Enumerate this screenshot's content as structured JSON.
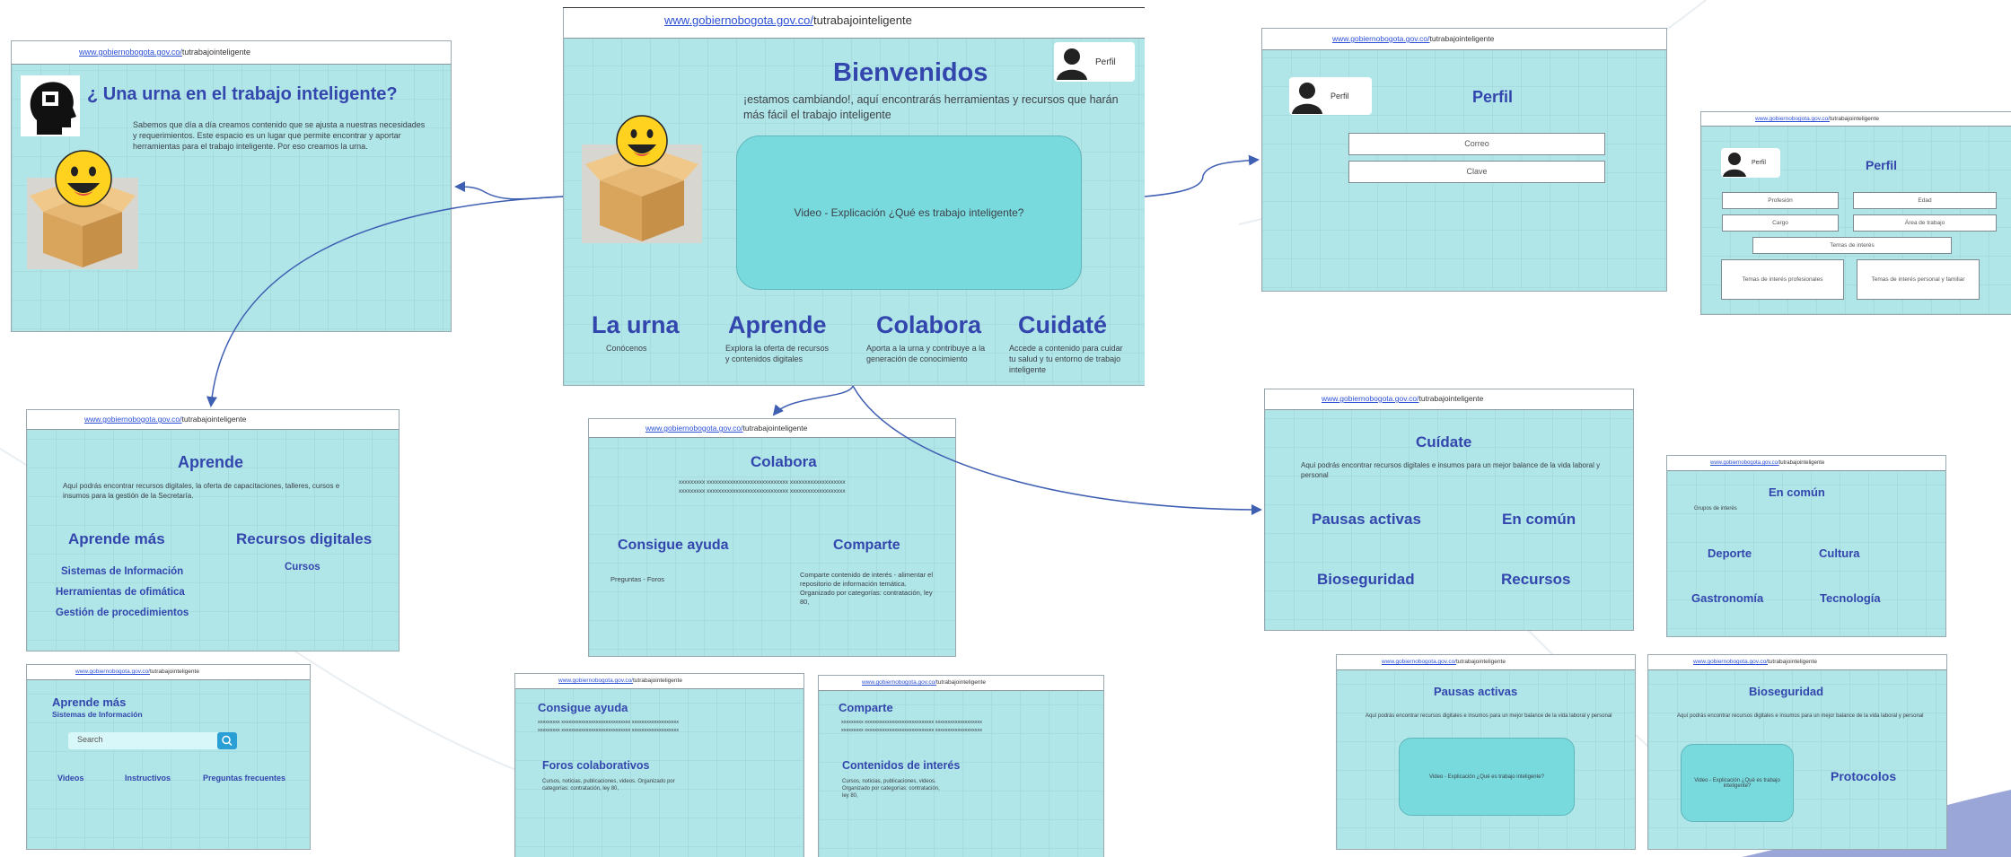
{
  "url": {
    "domain": "www.gobiernobogota.gov.co/",
    "path": "tutrabajointeligente"
  },
  "colors": {
    "frame": "#b0e6e8",
    "title": "#3346ad",
    "video": "#79dade",
    "arrow": "#3f5fb3",
    "link": "#2a4fd6"
  },
  "home": {
    "title": "Bienvenidos",
    "subtitle": "¡estamos cambiando!, aquí encontrarás herramientas y recursos que harán más fácil el trabajo inteligente",
    "profile_label": "Perfil",
    "video_label": "Video - Explicación ¿Qué es trabajo inteligente?",
    "sections": [
      {
        "title": "La urna",
        "desc": "Conócenos"
      },
      {
        "title": "Aprende",
        "desc": "Explora la oferta de recursos y contenidos digitales"
      },
      {
        "title": "Colabora",
        "desc": "Aporta a la urna y contribuye a la generación de conocimiento"
      },
      {
        "title": "Cuidaté",
        "desc": "Accede a contenido para cuidar tu salud y tu entorno de trabajo inteligente"
      }
    ]
  },
  "urna": {
    "title": "¿ Una urna en el trabajo inteligente?",
    "text": "Sabemos que día a día creamos contenido que se ajusta a nuestras necesidades y requerimientos. Este espacio es un lugar que permite encontrar y aportar herramientas para el trabajo inteligente. Por eso creamos la urna."
  },
  "perfil_login": {
    "title": "Perfil",
    "chip": "Perfil",
    "email": "Correo",
    "password": "Clave"
  },
  "perfil_detail": {
    "title": "Perfil",
    "chip": "Perfil",
    "profesion": "Profesión",
    "edad": "Edad",
    "cargo": "Cargo",
    "area": "Área de trabajo",
    "temas": "Temas de interés",
    "temas_prof": "Temas de interés profesionales",
    "temas_pers": "Temas de interés personal y familiar"
  },
  "aprende": {
    "title": "Aprende",
    "text": "Aquí podrás encontrar recursos digitales, la oferta de capacitaciones, talleres, cursos e insumos para la gestión de la Secretaría.",
    "col1_title": "Aprende más",
    "col1_items": [
      "Sistemas de Información",
      "Herramientas de ofimática",
      "Gestión de procedimientos"
    ],
    "col2_title": "Recursos digitales",
    "col2_items": [
      "Cursos"
    ]
  },
  "aprende_mas": {
    "title": "Aprende más",
    "subtitle": "Sistemas de Información",
    "search_placeholder": "Search",
    "links": [
      "Videos",
      "Instructivos",
      "Preguntas frecuentes"
    ]
  },
  "colabora": {
    "title": "Colabora",
    "filler1": "xxxxxxxxx xxxxxxxxxxxxxxxxxxxxxxxxxxxx xxxxxxxxxxxxxxxxxxx",
    "filler2": "xxxxxxxxx xxxxxxxxxxxxxxxxxxxxxxxxxxxx xxxxxxxxxxxxxxxxxxx",
    "col1_title": "Consigue ayuda",
    "col1_text": "Preguntas - Foros",
    "col2_title": "Comparte",
    "col2_text": "Comparte contenido de interés - alimentar el repositorio de información temática. Organizado por categorías: contratación, ley 80,"
  },
  "consigue": {
    "title": "Consigue ayuda",
    "filler1": "xxxxxxxxx xxxxxxxxxxxxxxxxxxxxxxxxxxxx xxxxxxxxxxxxxxxxxxx",
    "filler2": "xxxxxxxxx xxxxxxxxxxxxxxxxxxxxxxxxxxxx xxxxxxxxxxxxxxxxxxx",
    "sub_title": "Foros colaborativos",
    "sub_text": "Cursos, noticias, publicaciones, videos. Organizado por categorías: contratación, ley 80,"
  },
  "comparte": {
    "title": "Comparte",
    "filler1": "xxxxxxxxx xxxxxxxxxxxxxxxxxxxxxxxxxxxx xxxxxxxxxxxxxxxxxxx",
    "filler2": "xxxxxxxxx xxxxxxxxxxxxxxxxxxxxxxxxxxxx xxxxxxxxxxxxxxxxxxx",
    "sub_title": "Contenidos de interés",
    "sub_text": "Cursos, noticias, publicaciones, videos. Organizado por categorías: contratación, ley 80,"
  },
  "cuidate": {
    "title": "Cuídate",
    "text": "Aquí podrás encontrar recursos digitales e insumos para un mejor balance de la vida laboral y personal",
    "items": [
      "Pausas activas",
      "En común",
      "Bioseguridad",
      "Recursos"
    ]
  },
  "en_comun": {
    "title": "En común",
    "text": "Grupos de interés",
    "items": [
      "Deporte",
      "Cultura",
      "Gastronomía",
      "Tecnología"
    ]
  },
  "pausas": {
    "title": "Pausas activas",
    "text": "Aquí podrás encontrar recursos digitales e insumos para un mejor balance de la vida laboral y personal",
    "video_label": "Video - Explicación ¿Qué es trabajo inteligente?"
  },
  "bioseguridad": {
    "title": "Bioseguridad",
    "text": "Aquí podrás encontrar recursos digitales e insumos para un mejor balance de la vida laboral y personal",
    "video_label": "Video - Explicación ¿Qué es trabajo inteligente?",
    "side_label": "Protocolos"
  }
}
